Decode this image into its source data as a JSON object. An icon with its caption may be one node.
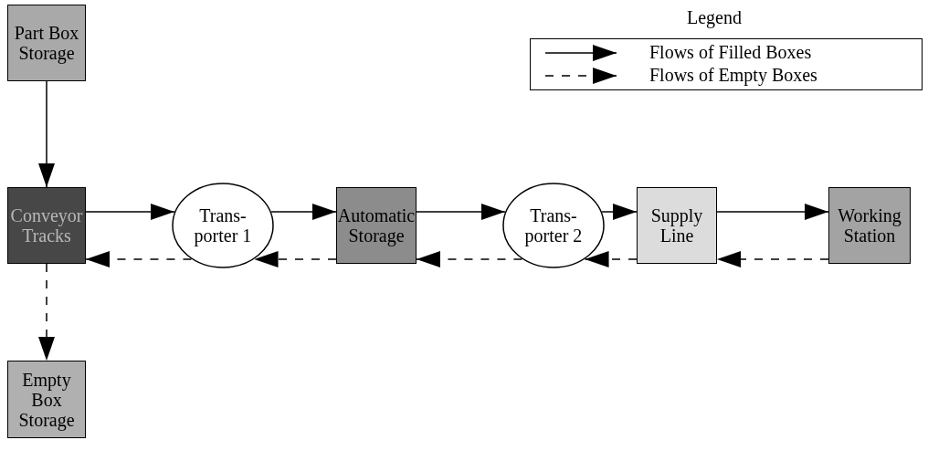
{
  "diagram": {
    "nodes": [
      {
        "text": [
          "Part Box Storage"
        ]
      },
      {
        "text": [
          "Conveyor Tracks"
        ]
      },
      {
        "text": [
          "Trans- porter 1"
        ]
      },
      {
        "text": [
          "Automatic Storage"
        ]
      },
      {
        "text": [
          "Trans- porter 2"
        ]
      },
      {
        "text": [
          "Supply Line"
        ]
      },
      {
        "text": [
          "Working Station"
        ]
      },
      {
        "text": [
          "Empty Box Storage"
        ]
      }
    ],
    "edges": [
      {
        "from": 0,
        "to": 1,
        "arrow": "to"
      },
      {
        "from": 1,
        "to": 2,
        "arrow": "to"
      },
      {
        "from": 2,
        "to": 3,
        "arrow": "to"
      },
      {
        "from": 3,
        "to": 4,
        "arrow": "to"
      },
      {
        "from": 4,
        "to": 5,
        "arrow": "to"
      },
      {
        "from": 5,
        "to": 6,
        "arrow": "to"
      },
      {
        "from": 6,
        "to": 5,
        "arrow": "to",
        "style": "dashed"
      },
      {
        "from": 5,
        "to": 4,
        "arrow": "to",
        "style": "dashed"
      },
      {
        "from": 4,
        "to": 3,
        "arrow": "to",
        "style": "dashed"
      },
      {
        "from": 3,
        "to": 2,
        "arrow": "to",
        "style": "dashed"
      },
      {
        "from": 2,
        "to": 1,
        "arrow": "to",
        "style": "dashed"
      },
      {
        "from": 1,
        "to": 7,
        "arrow": "to",
        "style": "dashed"
      }
    ],
    "labels": [
      "Legend"
    ],
    "legend": [
      {
        "text": "Flows of Filled Boxes"
      },
      {
        "text": "Flows of Empty Boxes"
      }
    ]
  }
}
